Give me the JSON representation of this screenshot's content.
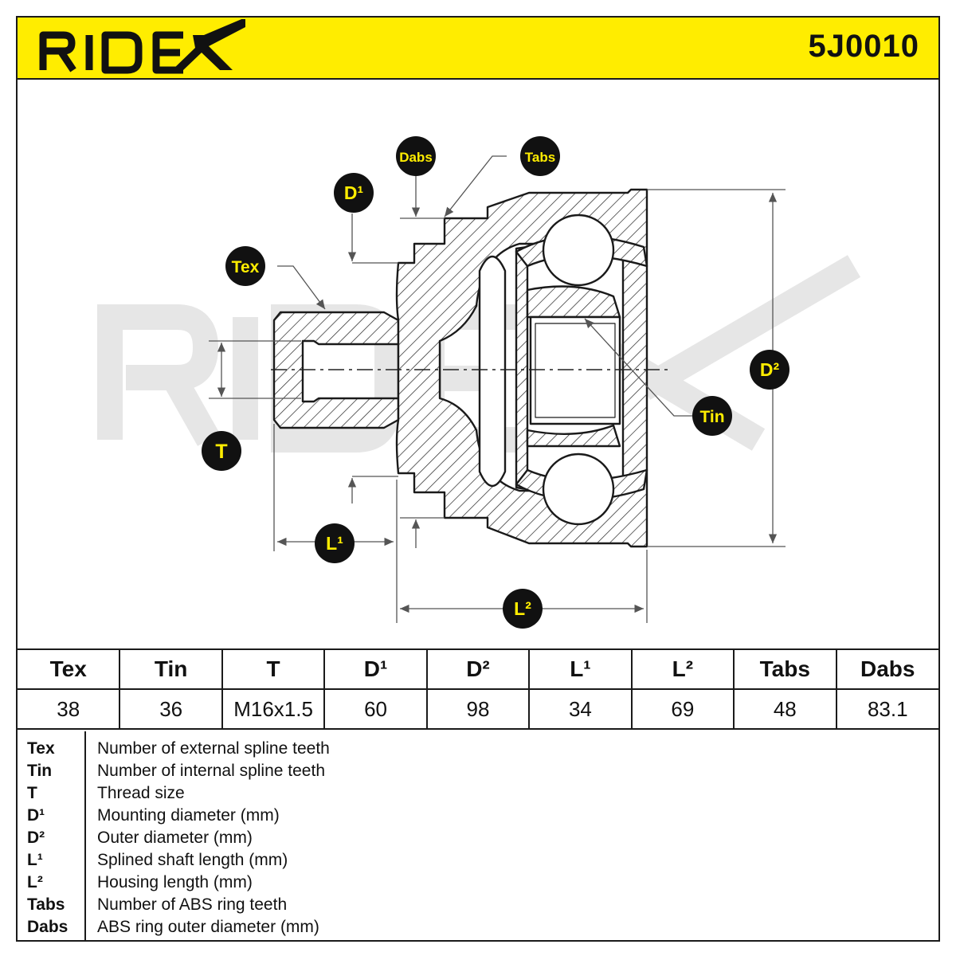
{
  "header": {
    "brand": "RIDEX",
    "part_number": "5J0010"
  },
  "callouts": {
    "tex": "Tex",
    "tin": "Tin",
    "t": "T",
    "d1": "D¹",
    "d2": "D²",
    "l1": "L¹",
    "l2": "L²",
    "tabs": "Tabs",
    "dabs": "Dabs"
  },
  "specs": {
    "headers": [
      "Tex",
      "Tin",
      "T",
      "D¹",
      "D²",
      "L¹",
      "L²",
      "Tabs",
      "Dabs"
    ],
    "values": [
      "38",
      "36",
      "M16x1.5",
      "60",
      "98",
      "34",
      "69",
      "48",
      "83.1"
    ]
  },
  "legend": [
    {
      "term": "Tex",
      "desc": "Number of external spline teeth"
    },
    {
      "term": "Tin",
      "desc": "Number of internal spline teeth"
    },
    {
      "term": "T",
      "desc": "Thread size"
    },
    {
      "term": "D¹",
      "desc": "Mounting diameter (mm)"
    },
    {
      "term": "D²",
      "desc": "Outer diameter (mm)"
    },
    {
      "term": "L¹",
      "desc": "Splined shaft length (mm)"
    },
    {
      "term": "L²",
      "desc": "Housing length (mm)"
    },
    {
      "term": "Tabs",
      "desc": "Number of ABS ring teeth"
    },
    {
      "term": "Dabs",
      "desc": "ABS ring outer diameter (mm)"
    }
  ],
  "colors": {
    "brand_yellow": "#ffed00",
    "ink": "#111111",
    "watermark": "#e6e6e6"
  }
}
